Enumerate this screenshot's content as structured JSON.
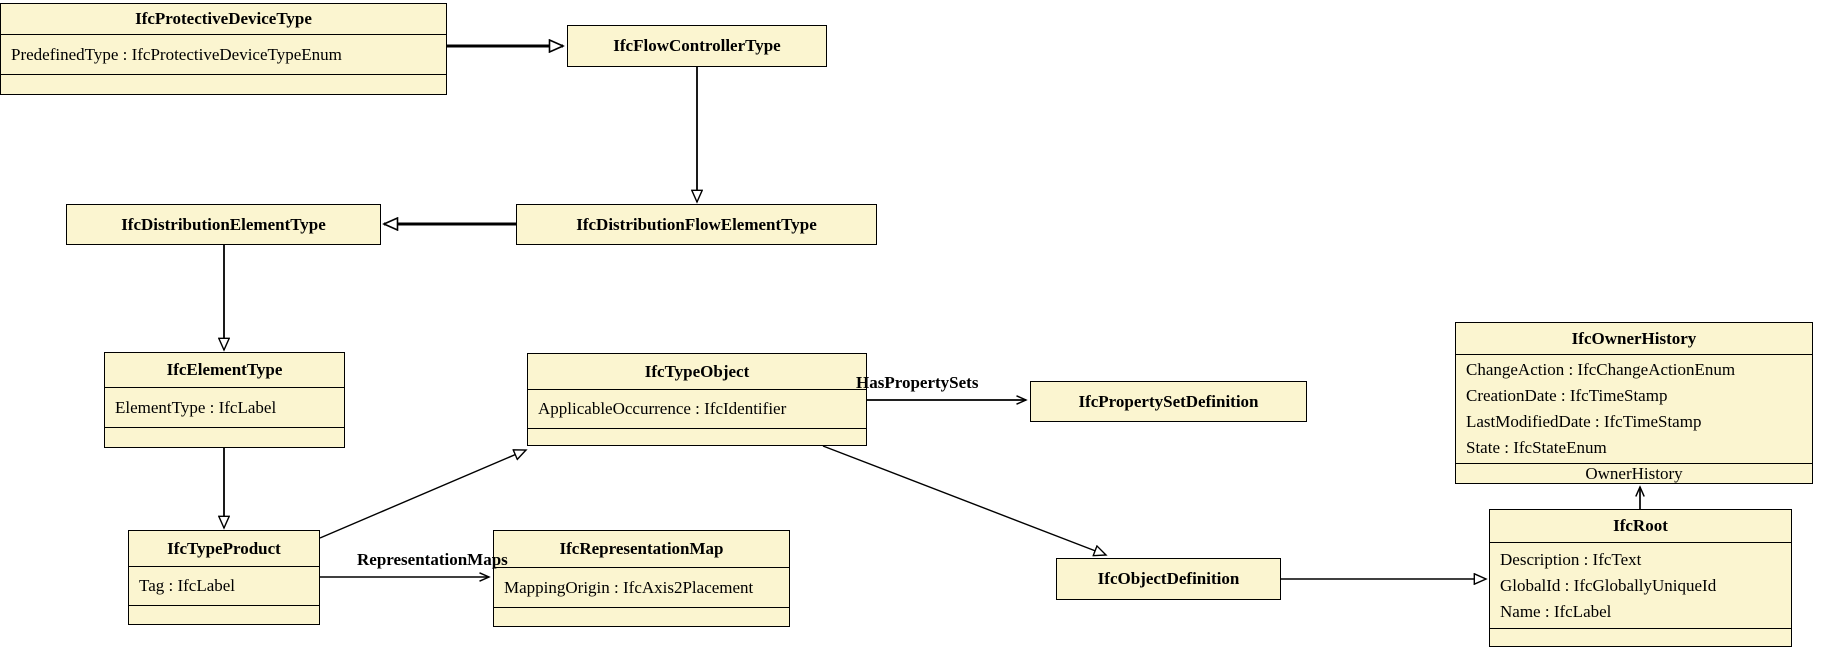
{
  "diagram_type": "uml-class-inheritance-diagram",
  "colors": {
    "background": "#ffffff",
    "box_fill": "#FBF5D0",
    "box_border": "#000000",
    "text": "#000000"
  },
  "classes": [
    {
      "name": "IfcProtectiveDeviceType",
      "attributes": [
        "PredefinedType : IfcProtectiveDeviceTypeEnum"
      ]
    },
    {
      "name": "IfcFlowControllerType",
      "attributes": []
    },
    {
      "name": "IfcDistributionElementType",
      "attributes": []
    },
    {
      "name": "IfcDistributionFlowElementType",
      "attributes": []
    },
    {
      "name": "IfcElementType",
      "attributes": [
        "ElementType : IfcLabel"
      ]
    },
    {
      "name": "IfcTypeObject",
      "attributes": [
        "ApplicableOccurrence : IfcIdentifier"
      ]
    },
    {
      "name": "IfcPropertySetDefinition",
      "attributes": []
    },
    {
      "name": "IfcOwnerHistory",
      "attributes": [
        "ChangeAction : IfcChangeActionEnum",
        "CreationDate : IfcTimeStamp",
        "LastModifiedDate : IfcTimeStamp",
        "State : IfcStateEnum"
      ],
      "footer": "OwnerHistory"
    },
    {
      "name": "IfcTypeProduct",
      "attributes": [
        "Tag : IfcLabel"
      ]
    },
    {
      "name": "IfcRepresentationMap",
      "attributes": [
        "MappingOrigin : IfcAxis2Placement"
      ]
    },
    {
      "name": "IfcObjectDefinition",
      "attributes": []
    },
    {
      "name": "IfcRoot",
      "attributes": [
        "Description : IfcText",
        "GlobalId : IfcGloballyUniqueId",
        "Name : IfcLabel"
      ]
    }
  ],
  "association_labels": {
    "has_property_sets": "HasPropertySets",
    "representation_maps": "RepresentationMaps",
    "owner_history": "OwnerHistory"
  },
  "relationships": [
    {
      "from": "IfcProtectiveDeviceType",
      "to": "IfcFlowControllerType",
      "kind": "inheritance"
    },
    {
      "from": "IfcFlowControllerType",
      "to": "IfcDistributionFlowElementType",
      "kind": "inheritance"
    },
    {
      "from": "IfcDistributionFlowElementType",
      "to": "IfcDistributionElementType",
      "kind": "inheritance"
    },
    {
      "from": "IfcDistributionElementType",
      "to": "IfcElementType",
      "kind": "inheritance"
    },
    {
      "from": "IfcElementType",
      "to": "IfcTypeProduct",
      "kind": "inheritance"
    },
    {
      "from": "IfcTypeProduct",
      "to": "IfcTypeObject",
      "kind": "inheritance"
    },
    {
      "from": "IfcTypeObject",
      "to": "IfcObjectDefinition",
      "kind": "inheritance"
    },
    {
      "from": "IfcObjectDefinition",
      "to": "IfcRoot",
      "kind": "inheritance"
    },
    {
      "from": "IfcTypeObject",
      "to": "IfcPropertySetDefinition",
      "kind": "association",
      "label": "HasPropertySets"
    },
    {
      "from": "IfcTypeProduct",
      "to": "IfcRepresentationMap",
      "kind": "association",
      "label": "RepresentationMaps"
    },
    {
      "from": "IfcRoot",
      "to": "IfcOwnerHistory",
      "kind": "association",
      "label": "OwnerHistory"
    }
  ]
}
